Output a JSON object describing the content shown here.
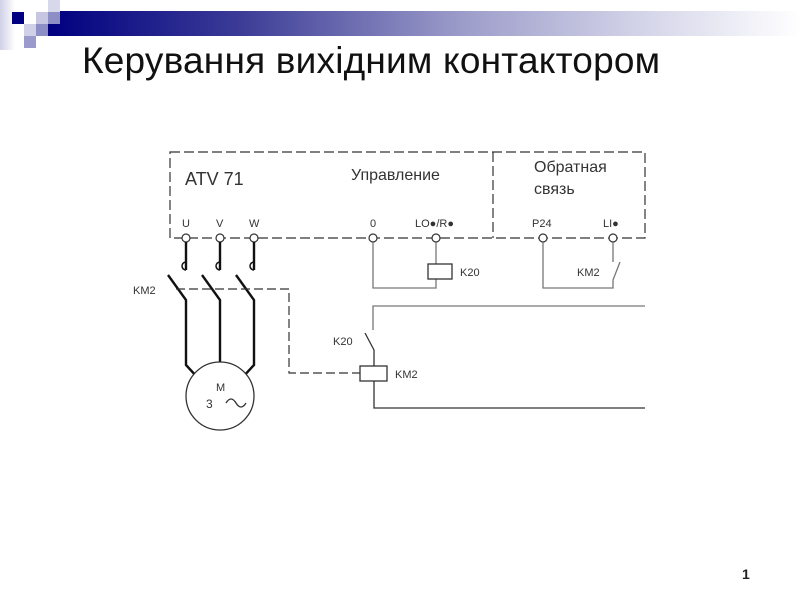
{
  "slide": {
    "title": "Керування вихідним контактором",
    "page_number": "1"
  },
  "theme": {
    "header_color": "#000080",
    "square_colors": [
      "#000080",
      "#8e8ec6",
      "#c6c6e2",
      "#d8d8ec"
    ]
  },
  "diagram": {
    "drive_label": "ATV 71",
    "control_section": "Управление",
    "feedback_section_line1": "Обратная",
    "feedback_section_line2": "связь",
    "terminals": {
      "u": "U",
      "v": "V",
      "w": "W",
      "zero": "0",
      "lo_r": "LO●/R●",
      "p24": "P24",
      "li": "LI●"
    },
    "contactor_main_label": "KM2",
    "relay_coil_label": "K20",
    "feedback_contact_label": "KM2",
    "relay_contact_label": "K20",
    "contactor_coil_label": "KM2",
    "motor_label": "M",
    "motor_phases": "3",
    "motor_ac_symbol": "~"
  }
}
